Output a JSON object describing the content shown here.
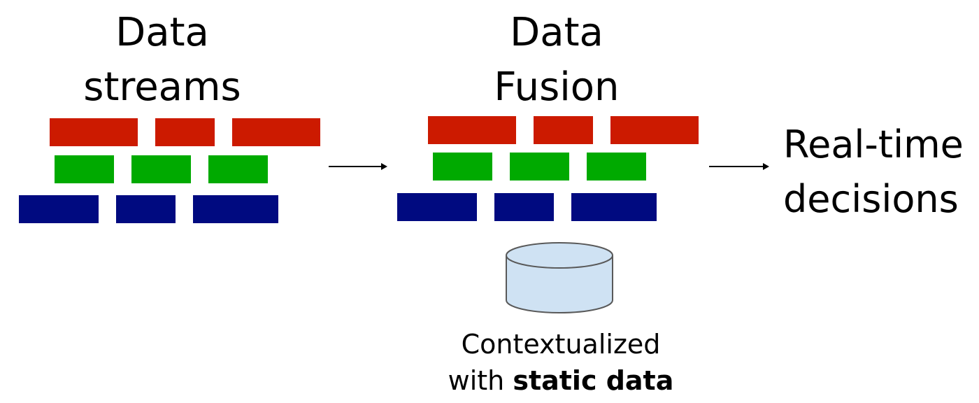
{
  "streams": {
    "title_line1": "Data",
    "title_line2": "streams"
  },
  "fusion": {
    "title_line1": "Data",
    "title_line2": "Fusion"
  },
  "output": {
    "title_line1": "Real-time",
    "title_line2": "decisions"
  },
  "database": {
    "caption_line1": "Contextualized",
    "caption_line2_prefix": "with ",
    "caption_line2_bold": "static data"
  },
  "colors": {
    "red": "#cc1a00",
    "green": "#00aa00",
    "blue": "#000a80",
    "db_fill": "#cfe2f3",
    "db_stroke": "#595959"
  }
}
